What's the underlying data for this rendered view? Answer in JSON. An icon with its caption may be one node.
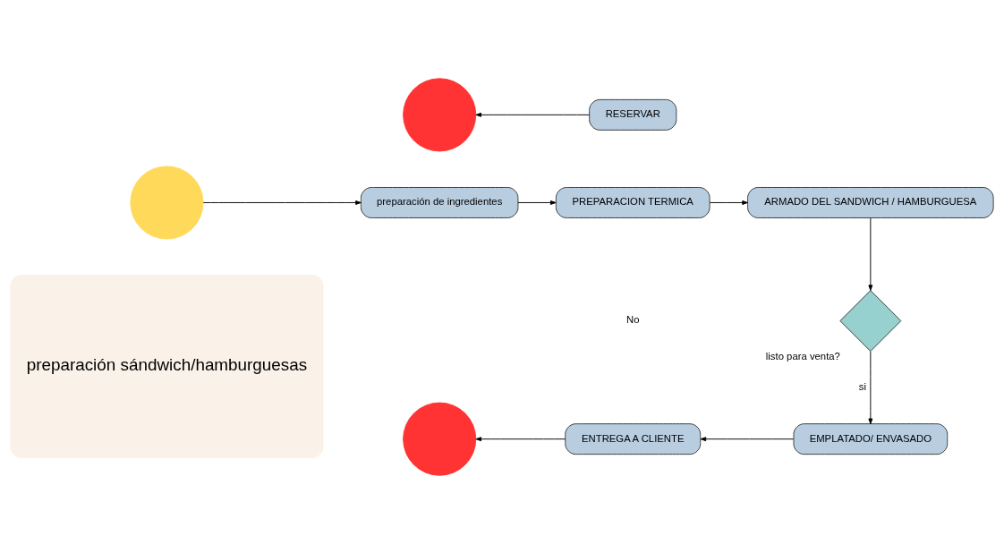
{
  "diagram": {
    "nodes": [
      {
        "text": [
          "preparación sándwich/hamburguesas"
        ]
      },
      {
        "text": [],
        "shape": "circle"
      },
      {
        "text": [
          "preparación de ingredientes"
        ]
      },
      {
        "text": [
          "PREPARACION TERMICA"
        ]
      },
      {
        "text": [
          "ARMADO DEL SANDWICH / HAMBURGUESA"
        ]
      },
      {
        "text": [],
        "shape": "diamond",
        "beside": [
          "listo para venta?"
        ]
      },
      {
        "text": [
          "RESERVAR"
        ]
      },
      {
        "text": [],
        "shape": "circle"
      },
      {
        "text": [
          "EMPLATADO/ ENVASADO"
        ]
      },
      {
        "text": [
          "ENTREGA A CLIENTE"
        ]
      },
      {
        "text": [],
        "shape": "circle"
      }
    ],
    "edges": [
      {
        "from": 1,
        "to": 2,
        "arrow": "to"
      },
      {
        "from": 2,
        "to": 3,
        "arrow": "to"
      },
      {
        "from": 3,
        "to": 4,
        "arrow": "to"
      },
      {
        "from": 4,
        "to": 5,
        "arrow": "to"
      },
      {
        "from": 6,
        "to": 7,
        "arrow": "to"
      },
      {
        "from": 5,
        "to": 8,
        "arrow": "to",
        "label": "si"
      },
      {
        "from": 8,
        "to": 9,
        "arrow": "to"
      },
      {
        "from": 9,
        "to": 10,
        "arrow": "to"
      }
    ],
    "labels": [
      "No"
    ]
  }
}
